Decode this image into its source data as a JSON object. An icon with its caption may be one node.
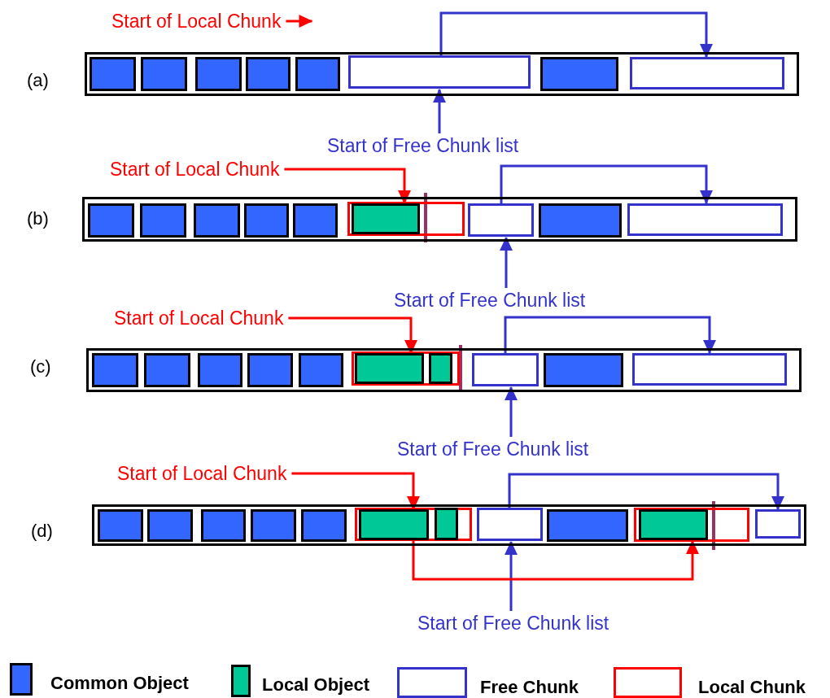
{
  "diagram": {
    "nodes": [
      {
        "text": [],
        "shape": "box",
        "beside": [
          "(a)"
        ]
      },
      {
        "text": [],
        "shape": "box",
        "in": 0
      },
      {
        "text": [],
        "shape": "box",
        "in": 0
      },
      {
        "text": [],
        "shape": "box",
        "in": 0
      },
      {
        "text": [],
        "shape": "box",
        "in": 0
      },
      {
        "text": [],
        "shape": "box",
        "in": 0
      },
      {
        "text": [],
        "shape": "box",
        "in": 0
      },
      {
        "text": [],
        "shape": "box",
        "in": 0
      },
      {
        "text": [],
        "shape": "box",
        "in": 0
      },
      {
        "text": [
          "Start of Local Chunk"
        ]
      },
      {
        "text": [
          "Start of Free Chunk list"
        ]
      },
      {
        "text": [],
        "shape": "box",
        "beside": [
          "(b)"
        ]
      },
      {
        "text": [],
        "shape": "box",
        "in": 11
      },
      {
        "text": [],
        "shape": "box",
        "in": 11
      },
      {
        "text": [],
        "shape": "box",
        "in": 11
      },
      {
        "text": [],
        "shape": "box",
        "in": 11
      },
      {
        "text": [],
        "shape": "box",
        "in": 11
      },
      {
        "text": [],
        "shape": "box",
        "in": 11
      },
      {
        "text": [],
        "shape": "box",
        "in": 17
      },
      {
        "text": [],
        "shape": "box",
        "in": 11
      },
      {
        "text": [],
        "shape": "box",
        "in": 11
      },
      {
        "text": [],
        "shape": "box",
        "in": 11
      },
      {
        "text": [
          "Start of Local Chunk"
        ]
      },
      {
        "text": [
          "Start of Free Chunk list"
        ]
      },
      {
        "text": [],
        "shape": "box",
        "beside": [
          "(c)"
        ]
      },
      {
        "text": [],
        "shape": "box",
        "in": 24
      },
      {
        "text": [],
        "shape": "box",
        "in": 24
      },
      {
        "text": [],
        "shape": "box",
        "in": 24
      },
      {
        "text": [],
        "shape": "box",
        "in": 24
      },
      {
        "text": [],
        "shape": "box",
        "in": 24
      },
      {
        "text": [],
        "shape": "box",
        "in": 24
      },
      {
        "text": [],
        "shape": "box",
        "in": 30
      },
      {
        "text": [],
        "shape": "box",
        "in": 30
      },
      {
        "text": [],
        "shape": "box",
        "in": 24
      },
      {
        "text": [],
        "shape": "box",
        "in": 24
      },
      {
        "text": [],
        "shape": "box",
        "in": 24
      },
      {
        "text": [
          "Start of Local Chunk"
        ]
      },
      {
        "text": [
          "Start of Free Chunk list"
        ]
      },
      {
        "text": [],
        "shape": "box",
        "beside": [
          "(d)"
        ]
      },
      {
        "text": [],
        "shape": "box",
        "in": 38
      },
      {
        "text": [],
        "shape": "box",
        "in": 38
      },
      {
        "text": [],
        "shape": "box",
        "in": 38
      },
      {
        "text": [],
        "shape": "box",
        "in": 38
      },
      {
        "text": [],
        "shape": "box",
        "in": 38
      },
      {
        "text": [],
        "shape": "box",
        "in": 38
      },
      {
        "text": [],
        "shape": "box",
        "in": 44
      },
      {
        "text": [],
        "shape": "box",
        "in": 44
      },
      {
        "text": [],
        "shape": "box",
        "in": 38
      },
      {
        "text": [],
        "shape": "box",
        "in": 38
      },
      {
        "text": [],
        "shape": "box",
        "in": 38
      },
      {
        "text": [],
        "shape": "box",
        "in": 49
      },
      {
        "text": [],
        "shape": "box",
        "in": 38
      },
      {
        "text": [
          "Start of Local Chunk"
        ]
      },
      {
        "text": [
          "Start of Free Chunk list"
        ]
      }
    ],
    "edges": [
      {
        "from": 9,
        "to": null,
        "arrow": "to",
        "color": "#ff0000"
      },
      {
        "from": 6,
        "to": 8,
        "arrow": "to"
      },
      {
        "from": 10,
        "to": 6,
        "arrow": "to"
      },
      {
        "from": 22,
        "to": 18,
        "arrow": "to",
        "color": "#ff0000"
      },
      {
        "from": 19,
        "to": 21,
        "arrow": "to"
      },
      {
        "from": 23,
        "to": 19,
        "arrow": "to"
      },
      {
        "from": 36,
        "to": 31,
        "arrow": "to",
        "color": "#ff0000"
      },
      {
        "from": 33,
        "to": 35,
        "arrow": "to"
      },
      {
        "from": 37,
        "to": 33,
        "arrow": "to"
      },
      {
        "from": 52,
        "to": 45,
        "arrow": "to",
        "color": "#ff0000"
      },
      {
        "from": 47,
        "to": 51,
        "arrow": "to"
      },
      {
        "from": 53,
        "to": 47,
        "arrow": "to"
      },
      {
        "from": 45,
        "to": 50,
        "arrow": "to",
        "color": "#ff0000"
      }
    ],
    "legend": [
      {
        "text": "Common Object",
        "color": "#3366ff"
      },
      {
        "text": "Local Object",
        "color": "#00c896"
      },
      {
        "text": "Free Chunk"
      },
      {
        "text": "Local Chunk"
      }
    ]
  }
}
